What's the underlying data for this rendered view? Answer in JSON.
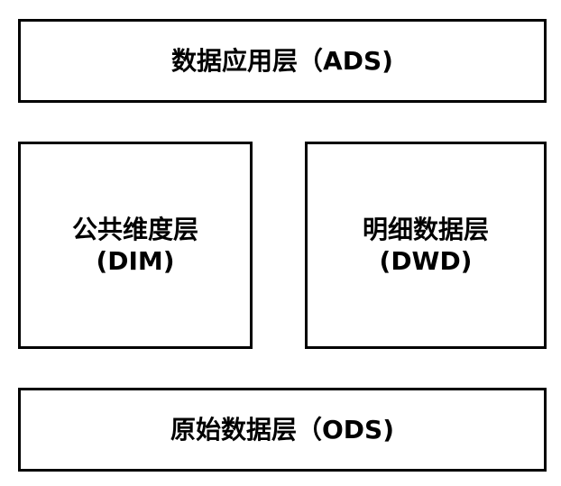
{
  "layers": {
    "ads": {
      "text": "数据应用层（ADS)"
    },
    "dim": {
      "line1": "公共维度层",
      "line2": "(DIM)"
    },
    "dwd": {
      "line1": "明细数据层",
      "line2": "(DWD)"
    },
    "ods": {
      "text": "原始数据层（ODS)"
    }
  }
}
